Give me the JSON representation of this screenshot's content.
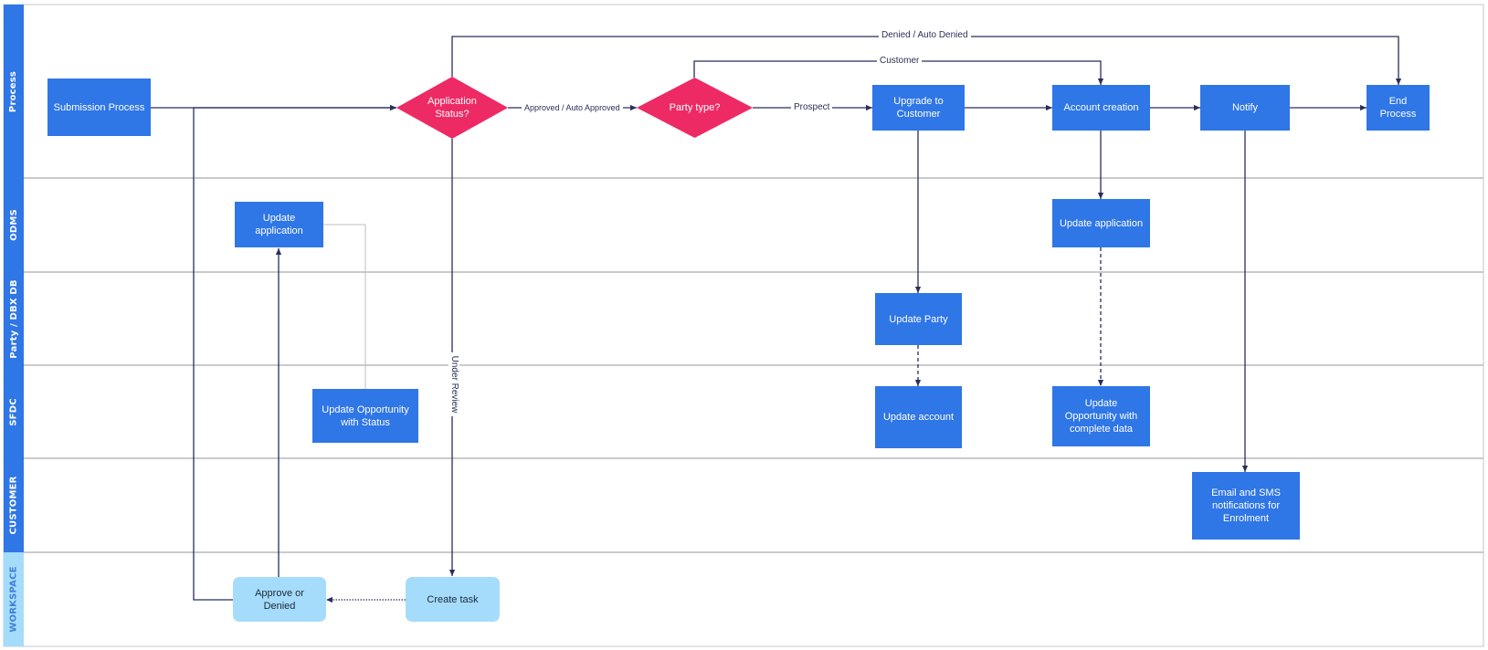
{
  "lanes": [
    {
      "id": "process",
      "label": "Process"
    },
    {
      "id": "odms",
      "label": "ODMS"
    },
    {
      "id": "party",
      "label": "Party / DBX DB"
    },
    {
      "id": "sfdc",
      "label": "SFDC"
    },
    {
      "id": "customer",
      "label": "CUSTOMER"
    },
    {
      "id": "workspace",
      "label": "WORKSPACE"
    }
  ],
  "nodes": {
    "submission_process": "Submission Process",
    "application_status": "Application Status?",
    "party_type": "Party type?",
    "upgrade_to_customer": "Upgrade to Customer",
    "account_creation": "Account creation",
    "notify": "Notify",
    "end_process": "End Process",
    "update_application_left": "Update application",
    "update_application_right": "Update application",
    "update_party": "Update Party",
    "update_opportunity_status": "Update Opportunity with Status",
    "update_account": "Update account",
    "update_opportunity_complete": "Update  Opportunity with complete data",
    "email_sms_notifications": "Email and SMS notifications for Enrolment",
    "approve_or_denied": "Approve or Denied",
    "create_task": "Create  task"
  },
  "edge_labels": {
    "denied_auto_denied": "Denied / Auto Denied",
    "customer": "Customer",
    "approved_auto_approved": "Approved / Auto Approved",
    "prospect": "Prospect",
    "under_review": "Under Review"
  },
  "colors": {
    "task_blue": "#2f76e6",
    "decision_pink": "#ee2a64",
    "workspace_task": "#a6dcfb",
    "lane_header_dark": "#2f76e6",
    "lane_header_light": "#a6dcfb",
    "connector": "#2a2d5e"
  }
}
